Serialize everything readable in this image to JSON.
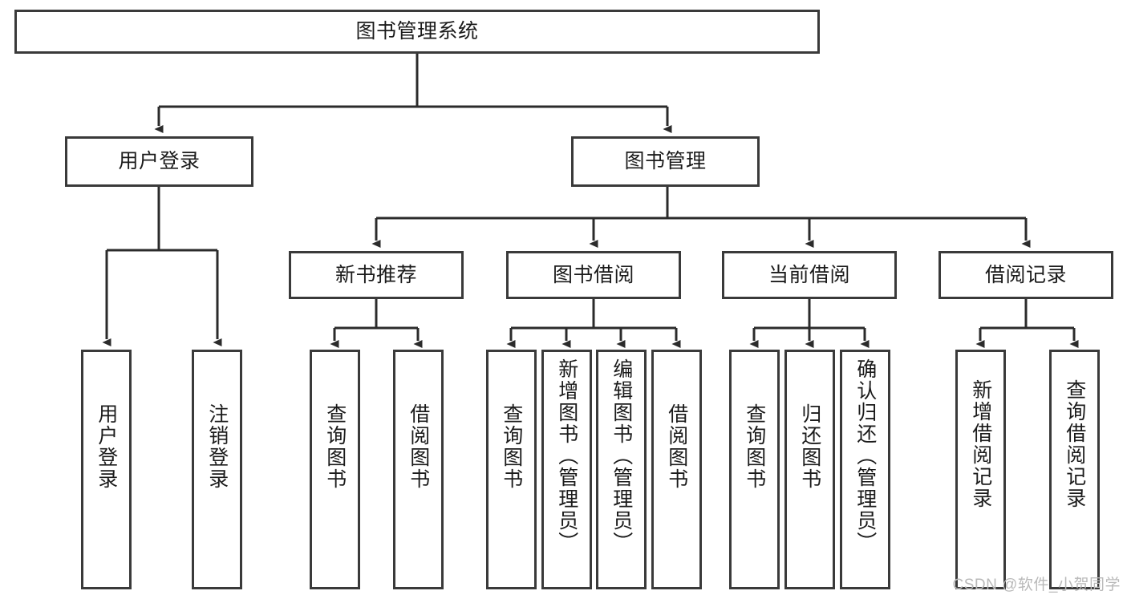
{
  "diagram": {
    "title": "图书管理系统",
    "type": "tree-hierarchy",
    "colors": {
      "box_border": "#3a3a3a",
      "box_fill": "#ffffff",
      "edge": "#2b2b2b",
      "text": "#1b1b1b",
      "watermark": "#b9b9b9",
      "background": "#ffffff"
    },
    "root": {
      "label": "图书管理系统"
    },
    "level2": [
      {
        "label": "用户登录"
      },
      {
        "label": "图书管理"
      }
    ],
    "level3": [
      {
        "label": "新书推荐"
      },
      {
        "label": "图书借阅"
      },
      {
        "label": "当前借阅"
      },
      {
        "label": "借阅记录"
      }
    ],
    "leaves": {
      "user_login": [
        {
          "label": "用户登录"
        },
        {
          "label": "注销登录"
        }
      ],
      "new_book_recommend": [
        {
          "label": "查询图书"
        },
        {
          "label": "借阅图书"
        }
      ],
      "book_borrow": [
        {
          "label": "查询图书"
        },
        {
          "label": "新增图书（管理员）"
        },
        {
          "label": "编辑图书（管理员）"
        },
        {
          "label": "借阅图书"
        }
      ],
      "current_borrow": [
        {
          "label": "查询图书"
        },
        {
          "label": "归还图书"
        },
        {
          "label": "确认归还（管理员）"
        }
      ],
      "borrow_record": [
        {
          "label": "新增借阅记录"
        },
        {
          "label": "查询借阅记录"
        }
      ]
    }
  },
  "watermark": {
    "text": "CSDN @软件_小贺同学"
  }
}
